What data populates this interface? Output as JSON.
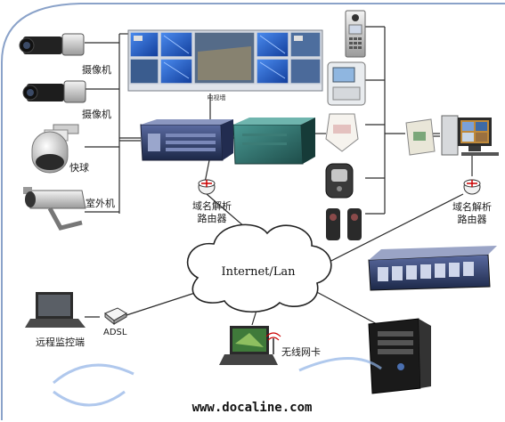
{
  "devices": {
    "camera_1": "摄像机",
    "camera_2": "摄像机",
    "dome": "快球",
    "outdoor": "室外机",
    "video_wall": "电视墙",
    "router_left_1": "域名解析",
    "router_left_2": "路由器",
    "router_right_1": "域名解析",
    "router_right_2": "路由器",
    "cloud": "Internet/Lan",
    "adsl": "ADSL",
    "remote": "远程监控端",
    "wireless": "无线网卡"
  },
  "footer": {
    "website": "www.docaline.com"
  },
  "colors": {
    "line": "#2b2b2b",
    "frame": "#8aa2c9",
    "screen_blue": "#1f58c9",
    "rack_blue": "#2b3c6e",
    "teal": "#2d6e6a"
  }
}
